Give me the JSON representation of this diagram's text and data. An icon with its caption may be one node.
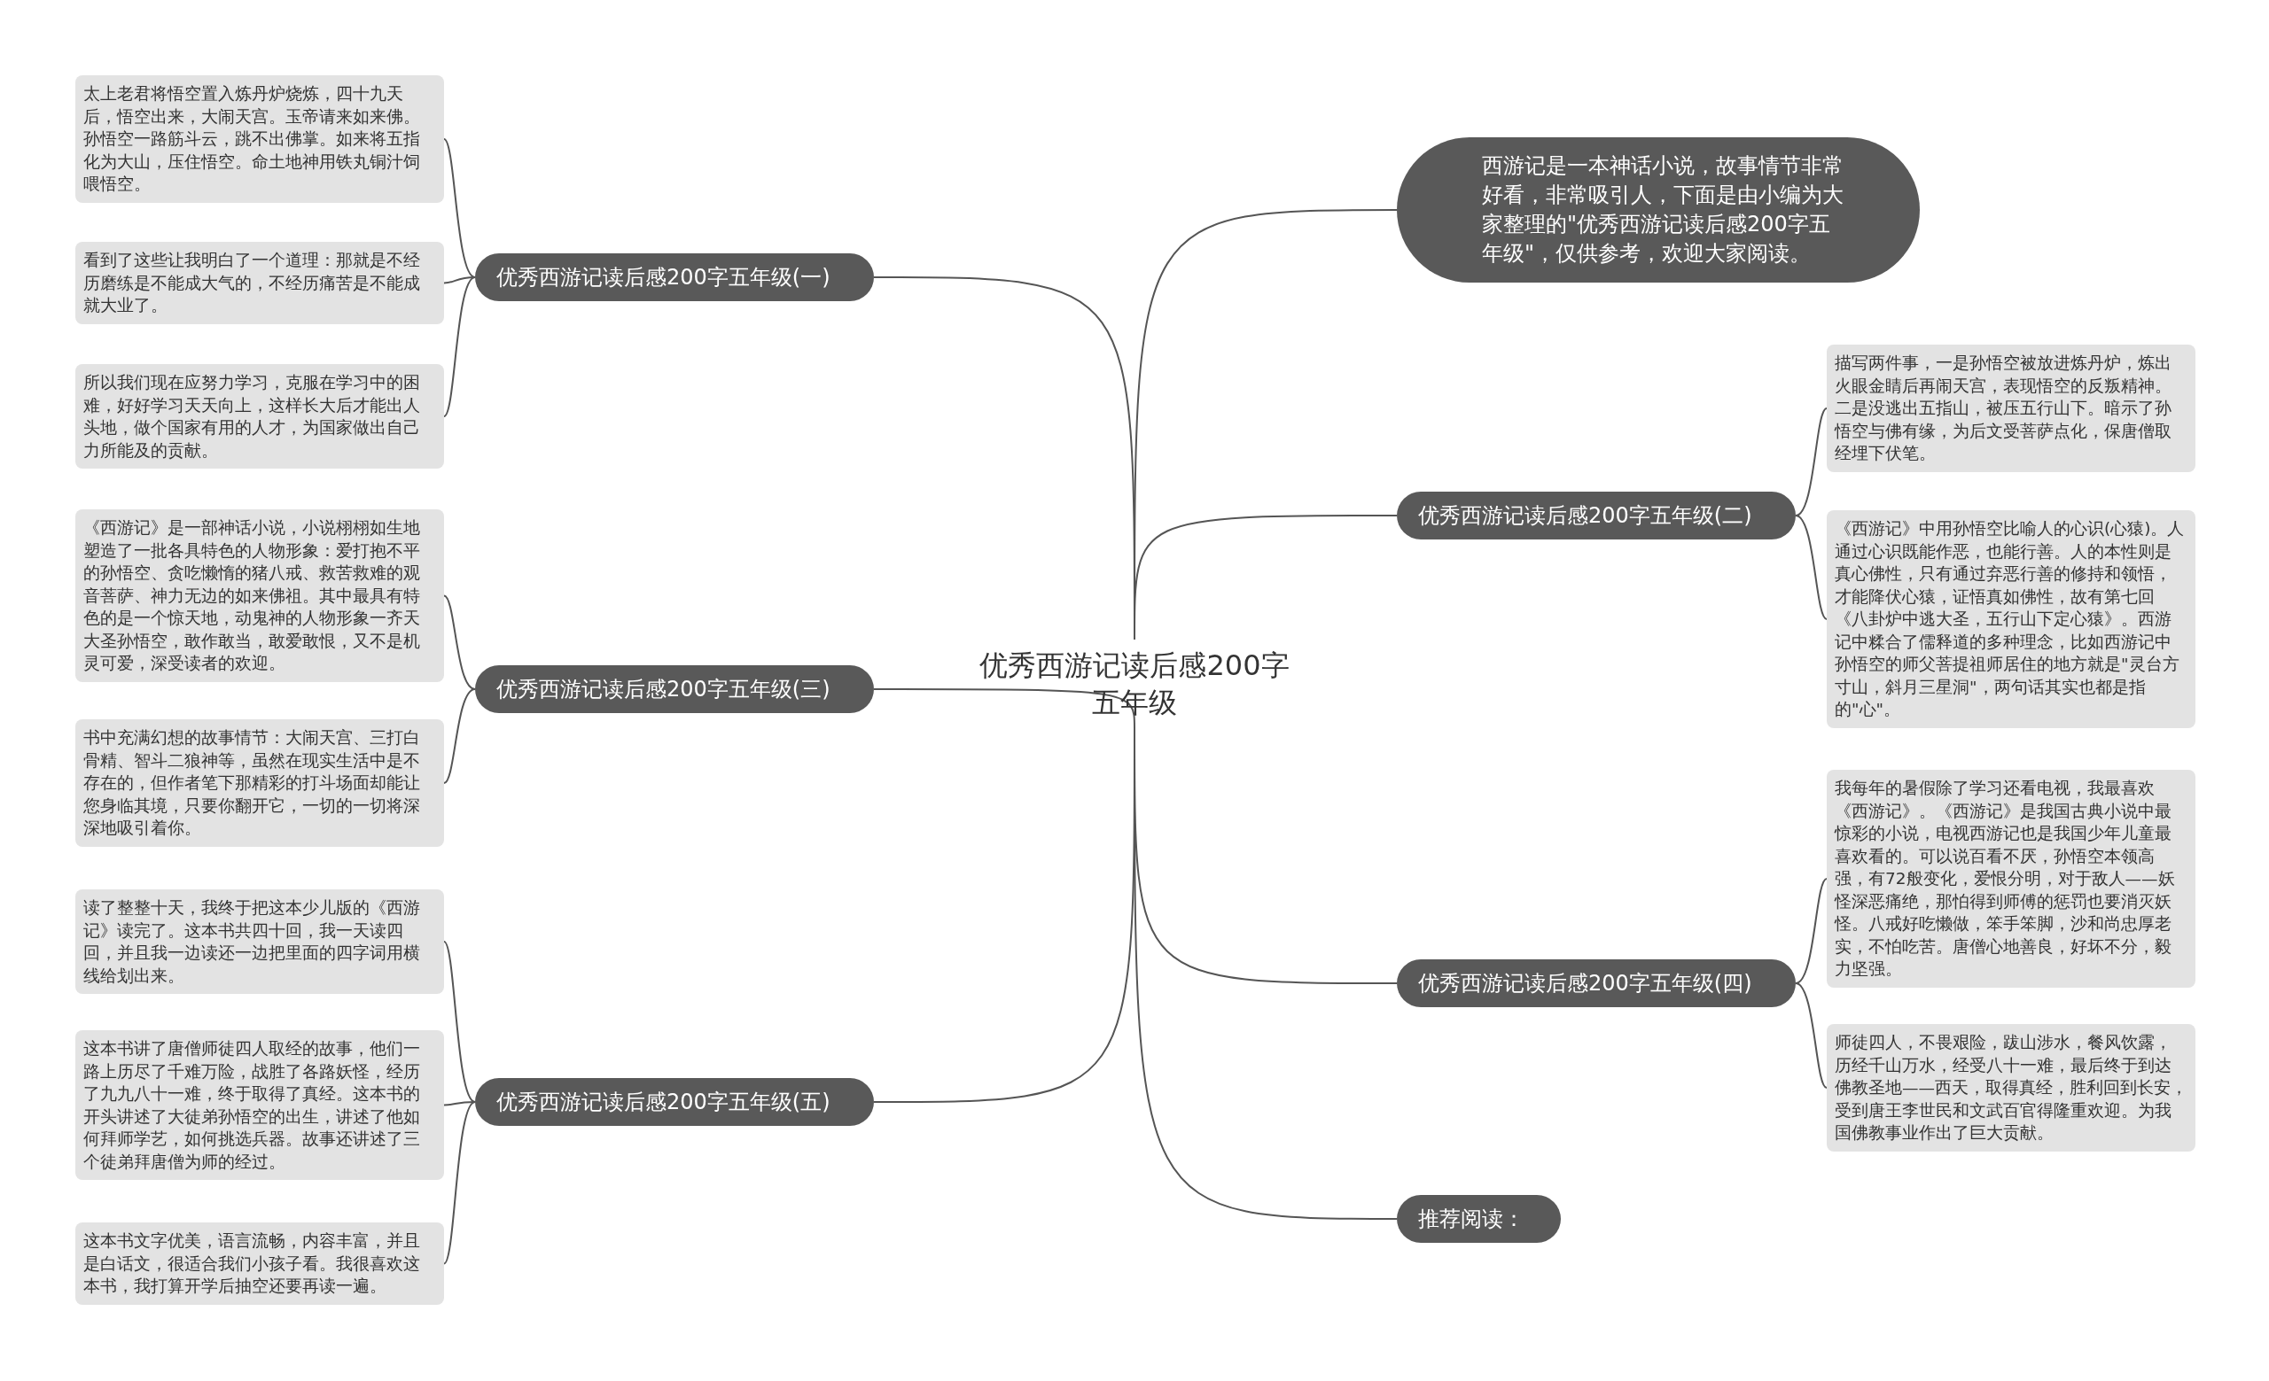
{
  "diagram": {
    "nodes": [
      {
        "text": [
          "优秀西游记读后感200字五年级"
        ]
      },
      {
        "text": [
          "优秀西游记读后感200字五年级(一)"
        ]
      },
      {
        "text": [
          "太上老君将悟空置入炼丹炉烧炼，四十九天后，悟空出来，大闹天宫。玉帝请来如来佛。孙悟空一路筋斗云，跳不出佛掌。如来将五指化为大山，压住悟空。命土地神用铁丸铜汁饲喂悟空。"
        ]
      },
      {
        "text": [
          "看到了这些让我明白了一个道理：那就是不经历磨练是不能成大气的，不经历痛苦是不能成就大业了。"
        ]
      },
      {
        "text": [
          "所以我们现在应努力学习，克服在学习中的困难，好好学习天天向上，这样长大后才能出人头地，做个国家有用的人才，为国家做出自己力所能及的贡献。"
        ]
      },
      {
        "text": [
          "优秀西游记读后感200字五年级(三)"
        ]
      },
      {
        "text": [
          "《西游记》是一部神话小说，小说栩栩如生地塑造了一批各具特色的人物形象：爱打抱不平的孙悟空、贪吃懒惰的猪八戒、救苦救难的观音菩萨、神力无边的如来佛祖。其中最具有特色的是一个惊天地，动鬼神的人物形象一齐天大圣孙悟空，敢作敢当，敢爱敢恨，又不是机灵可爱，深受读者的欢迎。"
        ]
      },
      {
        "text": [
          "书中充满幻想的故事情节：大闹天宫、三打白骨精、智斗二狼神等，虽然在现实生活中是不存在的，但作者笔下那精彩的打斗场面却能让您身临其境，只要你翻开它，一切的一切将深深地吸引着你。"
        ]
      },
      {
        "text": [
          "优秀西游记读后感200字五年级(五)"
        ]
      },
      {
        "text": [
          "读了整整十天，我终于把这本少儿版的《西游记》读完了。这本书共四十回，我一天读四回，并且我一边读还一边把里面的四字词用横线给划出来。"
        ]
      },
      {
        "text": [
          "这本书讲了唐僧师徒四人取经的故事，他们一路上历尽了千难万险，战胜了各路妖怪，经历了九九八十一难，终于取得了真经。这本书的开头讲述了大徒弟孙悟空的出生，讲述了他如何拜师学艺，如何挑选兵器。故事还讲述了三个徒弟拜唐僧为师的经过。"
        ]
      },
      {
        "text": [
          "这本书文字优美，语言流畅，内容丰富，并且是白话文，很适合我们小孩子看。我很喜欢这本书，我打算开学后抽空还要再读一遍。"
        ]
      },
      {
        "text": [
          "西游记是一本神话小说，故事情节非常好看，非常吸引人，下面是由小编为大家整理的\"优秀西游记读后感200字五年级\"，仅供参考，欢迎大家阅读。"
        ]
      },
      {
        "text": [
          "优秀西游记读后感200字五年级(二)"
        ]
      },
      {
        "text": [
          "描写两件事，一是孙悟空被放进炼丹炉，炼出火眼金睛后再闹天宫，表现悟空的反叛精神。二是没逃出五指山，被压五行山下。暗示了孙悟空与佛有缘，为后文受菩萨点化，保唐僧取经埋下伏笔。"
        ]
      },
      {
        "text": [
          "《西游记》中用孙悟空比喻人的心识(心猿)。人通过心识既能作恶，也能行善。人的本性则是真心佛性，只有通过弃恶行善的修持和领悟，才能降伏心猿，证悟真如佛性，故有第七回《八卦炉中逃大圣，五行山下定心猿》。西游记中糅合了儒释道的多种理念，比如西游记中孙悟空的师父菩提祖师居住的地方就是\"灵台方寸山，斜月三星洞\"，两句话其实也都是指的\"心\"。"
        ]
      },
      {
        "text": [
          "优秀西游记读后感200字五年级(四)"
        ]
      },
      {
        "text": [
          "我每年的暑假除了学习还看电视，我最喜欢《西游记》。《西游记》是我国古典小说中最惊彩的小说，电视西游记也是我国少年儿童最喜欢看的。可以说百看不厌，孙悟空本领高强，有72般变化，爱恨分明，对于敌人——妖怪深恶痛绝，那怕得到师傅的惩罚也要消灭妖怪。八戒好吃懒做，笨手笨脚，沙和尚忠厚老实，不怕吃苦。唐僧心地善良，好坏不分，毅力坚强。"
        ]
      },
      {
        "text": [
          "师徒四人，不畏艰险，跋山涉水，餐风饮露，历经千山万水，经受八十一难，最后终于到达佛教圣地——西天，取得真经，胜利回到长安，受到唐王李世民和文武百官得隆重欢迎。为我国佛教事业作出了巨大贡献。"
        ]
      },
      {
        "text": [
          "推荐阅读："
        ]
      }
    ],
    "edges": [
      {
        "from": 0,
        "to": 1,
        "arrow": "none"
      },
      {
        "from": 1,
        "to": 2,
        "arrow": "none"
      },
      {
        "from": 1,
        "to": 3,
        "arrow": "none"
      },
      {
        "from": 1,
        "to": 4,
        "arrow": "none"
      },
      {
        "from": 0,
        "to": 5,
        "arrow": "none"
      },
      {
        "from": 5,
        "to": 6,
        "arrow": "none"
      },
      {
        "from": 5,
        "to": 7,
        "arrow": "none"
      },
      {
        "from": 0,
        "to": 8,
        "arrow": "none"
      },
      {
        "from": 8,
        "to": 9,
        "arrow": "none"
      },
      {
        "from": 8,
        "to": 10,
        "arrow": "none"
      },
      {
        "from": 8,
        "to": 11,
        "arrow": "none"
      },
      {
        "from": 0,
        "to": 12,
        "arrow": "none"
      },
      {
        "from": 0,
        "to": 13,
        "arrow": "none"
      },
      {
        "from": 13,
        "to": 14,
        "arrow": "none"
      },
      {
        "from": 13,
        "to": 15,
        "arrow": "none"
      },
      {
        "from": 0,
        "to": 16,
        "arrow": "none"
      },
      {
        "from": 16,
        "to": 17,
        "arrow": "none"
      },
      {
        "from": 16,
        "to": 18,
        "arrow": "none"
      },
      {
        "from": 0,
        "to": 19,
        "arrow": "none"
      }
    ]
  }
}
